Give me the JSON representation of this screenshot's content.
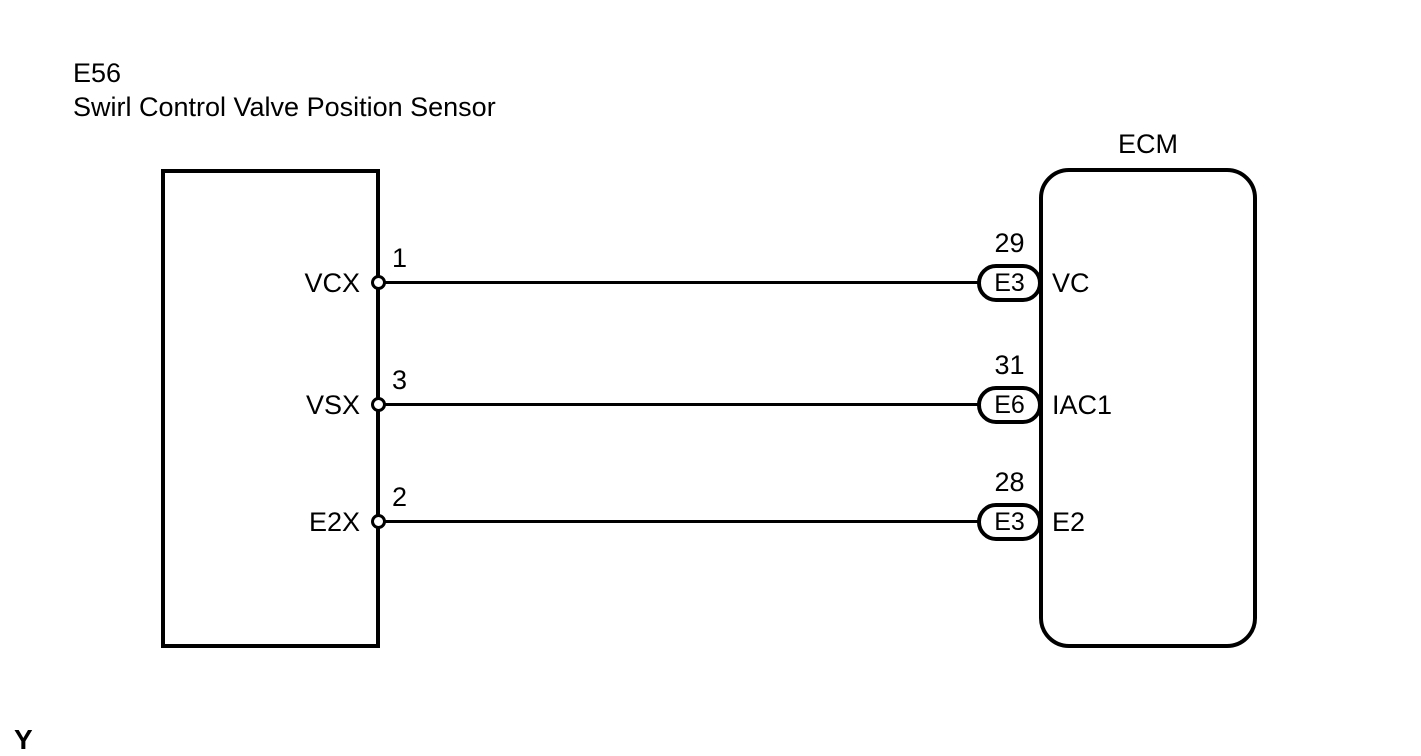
{
  "title": {
    "connector_id": "E56",
    "component_name": "Swirl Control Valve Position Sensor"
  },
  "ecm": {
    "label": "ECM"
  },
  "wires": [
    {
      "sensor_terminal": "VCX",
      "sensor_pin": "1",
      "ecm_pin": "29",
      "connector_code": "E3",
      "ecm_terminal": "VC"
    },
    {
      "sensor_terminal": "VSX",
      "sensor_pin": "3",
      "ecm_pin": "31",
      "connector_code": "E6",
      "ecm_terminal": "IAC1"
    },
    {
      "sensor_terminal": "E2X",
      "sensor_pin": "2",
      "ecm_pin": "28",
      "connector_code": "E3",
      "ecm_terminal": "E2"
    }
  ],
  "footer": {
    "page_marker": "Y"
  },
  "colors": {
    "line": "#000000",
    "background": "#ffffff"
  }
}
